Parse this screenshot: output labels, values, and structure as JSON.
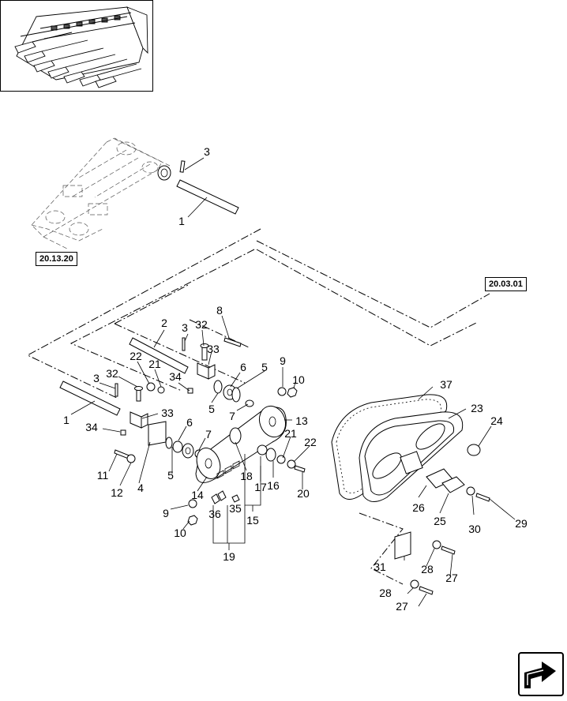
{
  "references": {
    "left": "20.13.20",
    "right": "20.03.01"
  },
  "thumbnail": {
    "icon": "corn-header-icon"
  },
  "callouts": [
    {
      "id": "c3a",
      "text": "3"
    },
    {
      "id": "c1a",
      "text": "1"
    },
    {
      "id": "c8",
      "text": "8"
    },
    {
      "id": "c2",
      "text": "2"
    },
    {
      "id": "c3b",
      "text": "3"
    },
    {
      "id": "c32a",
      "text": "32"
    },
    {
      "id": "c33a",
      "text": "33"
    },
    {
      "id": "c22a",
      "text": "22"
    },
    {
      "id": "c21a",
      "text": "21"
    },
    {
      "id": "c34a",
      "text": "34"
    },
    {
      "id": "c6a",
      "text": "6"
    },
    {
      "id": "c5a",
      "text": "5"
    },
    {
      "id": "c9a",
      "text": "9"
    },
    {
      "id": "c10a",
      "text": "10"
    },
    {
      "id": "c5b",
      "text": "5"
    },
    {
      "id": "c7a",
      "text": "7"
    },
    {
      "id": "c3c",
      "text": "3"
    },
    {
      "id": "c32b",
      "text": "32"
    },
    {
      "id": "c1b",
      "text": "1"
    },
    {
      "id": "c33b",
      "text": "33"
    },
    {
      "id": "c34b",
      "text": "34"
    },
    {
      "id": "c6b",
      "text": "6"
    },
    {
      "id": "c7b",
      "text": "7"
    },
    {
      "id": "c13",
      "text": "13"
    },
    {
      "id": "c21b",
      "text": "21"
    },
    {
      "id": "c22b",
      "text": "22"
    },
    {
      "id": "c11",
      "text": "11"
    },
    {
      "id": "c12",
      "text": "12"
    },
    {
      "id": "c4",
      "text": "4"
    },
    {
      "id": "c5c",
      "text": "5"
    },
    {
      "id": "c14",
      "text": "14"
    },
    {
      "id": "c18",
      "text": "18"
    },
    {
      "id": "c17",
      "text": "17"
    },
    {
      "id": "c16",
      "text": "16"
    },
    {
      "id": "c20",
      "text": "20"
    },
    {
      "id": "c15",
      "text": "15"
    },
    {
      "id": "c9b",
      "text": "9"
    },
    {
      "id": "c36",
      "text": "36"
    },
    {
      "id": "c35",
      "text": "35"
    },
    {
      "id": "c10b",
      "text": "10"
    },
    {
      "id": "c19",
      "text": "19"
    },
    {
      "id": "c37",
      "text": "37"
    },
    {
      "id": "c23",
      "text": "23"
    },
    {
      "id": "c24",
      "text": "24"
    },
    {
      "id": "c26",
      "text": "26"
    },
    {
      "id": "c25",
      "text": "25"
    },
    {
      "id": "c30",
      "text": "30"
    },
    {
      "id": "c29",
      "text": "29"
    },
    {
      "id": "c31",
      "text": "31"
    },
    {
      "id": "c28a",
      "text": "28"
    },
    {
      "id": "c27a",
      "text": "27"
    },
    {
      "id": "c28b",
      "text": "28"
    },
    {
      "id": "c27b",
      "text": "27"
    }
  ],
  "navigation": {
    "icon": "next-page-arrow-icon"
  }
}
